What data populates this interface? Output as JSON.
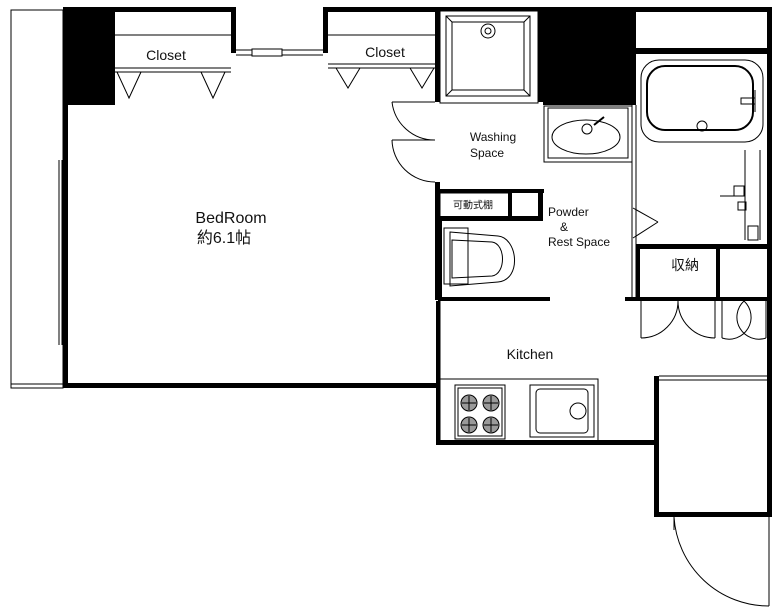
{
  "rooms": {
    "bedroom": {
      "name": "BedRoom",
      "area": "約6.1帖"
    },
    "closet_1": "Closet",
    "closet_2": "Closet",
    "washing": {
      "line1": "Washing",
      "line2": "Space"
    },
    "shelf": "可動式棚",
    "powder": {
      "line1": "Powder",
      "line2": "&",
      "line3": "Rest  Space"
    },
    "storage": "収納",
    "kitchen": "Kitchen"
  },
  "colors": {
    "wall": "#000000",
    "bathtub_water": "#9fe3f2",
    "fixture_fill": "#e6e6e6",
    "sink_fill": "#dcdcdc"
  },
  "icons": [
    "washing-machine-pan-icon",
    "sink-icon",
    "toilet-icon",
    "bathtub-icon",
    "shower-faucet-icon",
    "stove-icon",
    "kitchen-sink-icon"
  ]
}
